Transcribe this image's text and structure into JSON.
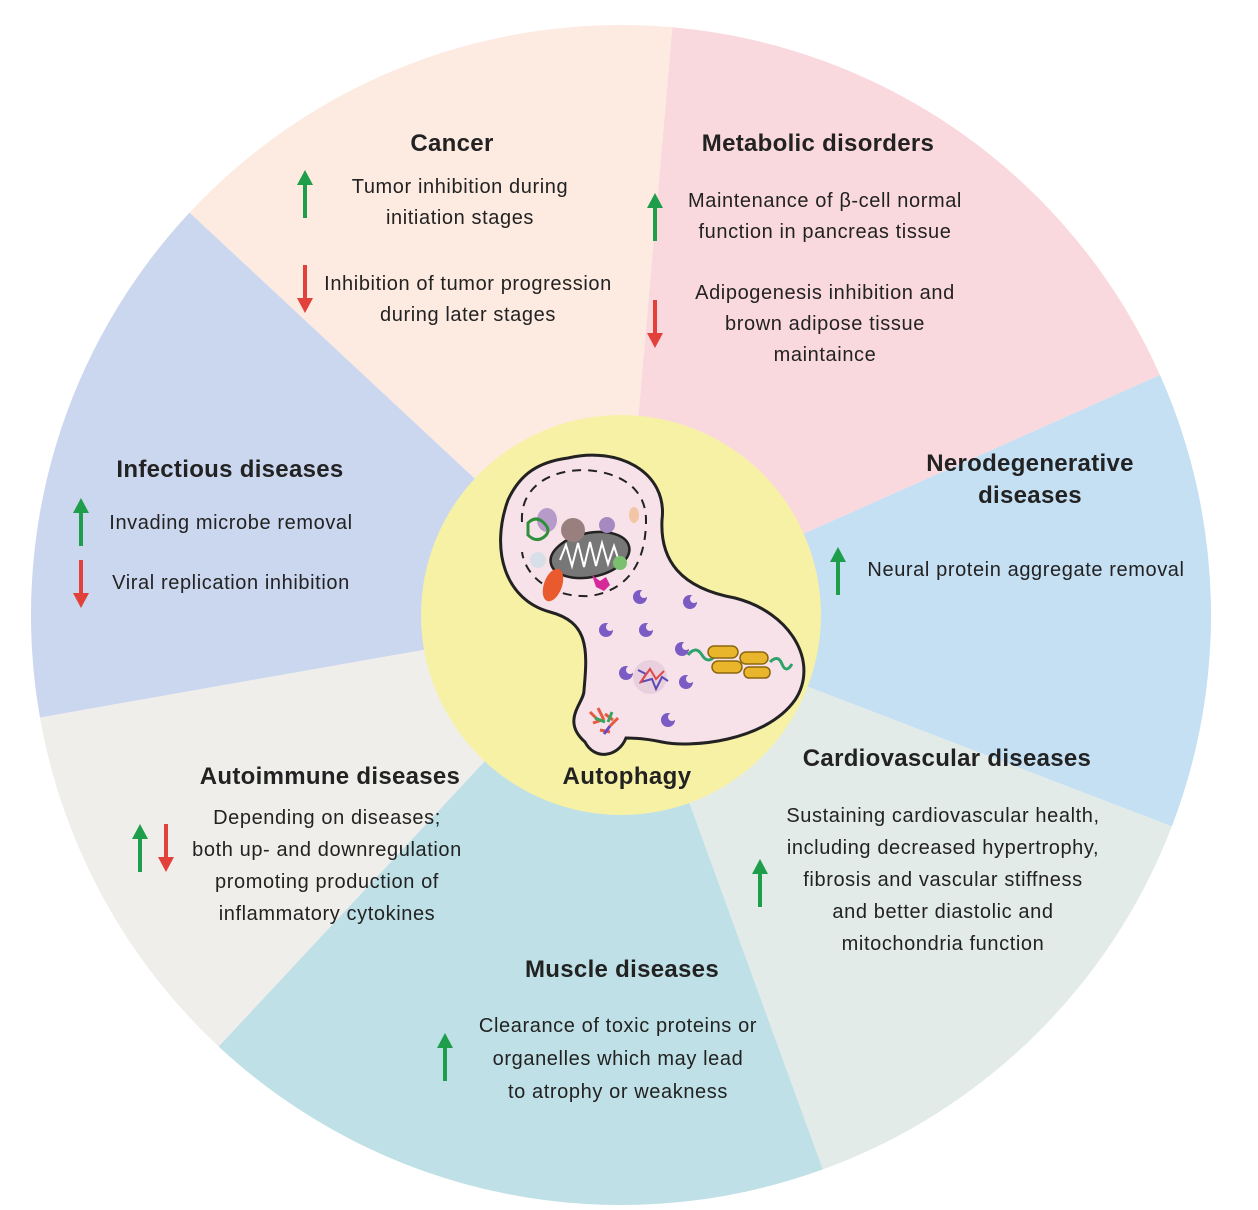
{
  "diagram": {
    "center": {
      "label": "Autophagy"
    },
    "sectors": [
      {
        "id": "cancer",
        "title": "Cancer",
        "color": "#fdeae1",
        "effects": [
          {
            "direction": "up",
            "text": [
              "Tumor inhibition during",
              "initiation stages"
            ]
          },
          {
            "direction": "down",
            "text": [
              "Inhibition of tumor progression",
              "during later stages"
            ]
          }
        ]
      },
      {
        "id": "metabolic",
        "title": "Metabolic disorders",
        "color": "#f9d9de",
        "effects": [
          {
            "direction": "up",
            "text": [
              "Maintenance of β-cell normal",
              "function in pancreas tissue"
            ]
          },
          {
            "direction": "down",
            "text": [
              "Adipogenesis inhibition and",
              "brown adipose tissue",
              "maintaince"
            ]
          }
        ]
      },
      {
        "id": "neuro",
        "title": [
          "Nerodegenerative",
          "diseases"
        ],
        "color": "#c5dff3",
        "effects": [
          {
            "direction": "up",
            "text": [
              "Neural protein aggregate removal"
            ]
          }
        ]
      },
      {
        "id": "cardio",
        "title": "Cardiovascular diseases",
        "color": "#e2ebe7",
        "effects": [
          {
            "direction": "up",
            "text": [
              "Sustaining cardiovascular health,",
              "including decreased hypertrophy,",
              "fibrosis and vascular stiffness",
              "and better diastolic and",
              "mitochondria function"
            ]
          }
        ]
      },
      {
        "id": "muscle",
        "title": "Muscle diseases",
        "color": "#bfe0e6",
        "effects": [
          {
            "direction": "up",
            "text": [
              "Clearance of toxic proteins or",
              "organelles which may lead",
              "to atrophy or weakness"
            ]
          }
        ]
      },
      {
        "id": "autoimmune",
        "title": "Autoimmune diseases",
        "color": "#efeeeb",
        "effects": [
          {
            "direction": "both",
            "text": [
              "Depending on diseases;",
              "both up- and downregulation",
              "promoting production of",
              "inflammatory cytokines"
            ]
          }
        ]
      },
      {
        "id": "infectious",
        "title": "Infectious diseases",
        "color": "#cbd6ef",
        "effects": [
          {
            "direction": "up",
            "text": [
              "Invading microbe removal"
            ]
          },
          {
            "direction": "down",
            "text": [
              "Viral replication inhibition"
            ]
          }
        ]
      }
    ],
    "colors": {
      "up_arrow": "#1e9e4a",
      "down_arrow": "#e2403a",
      "center_fill": "#f7f1a6",
      "cell_fill": "#f8e2ea",
      "cell_outline": "#222222"
    }
  }
}
